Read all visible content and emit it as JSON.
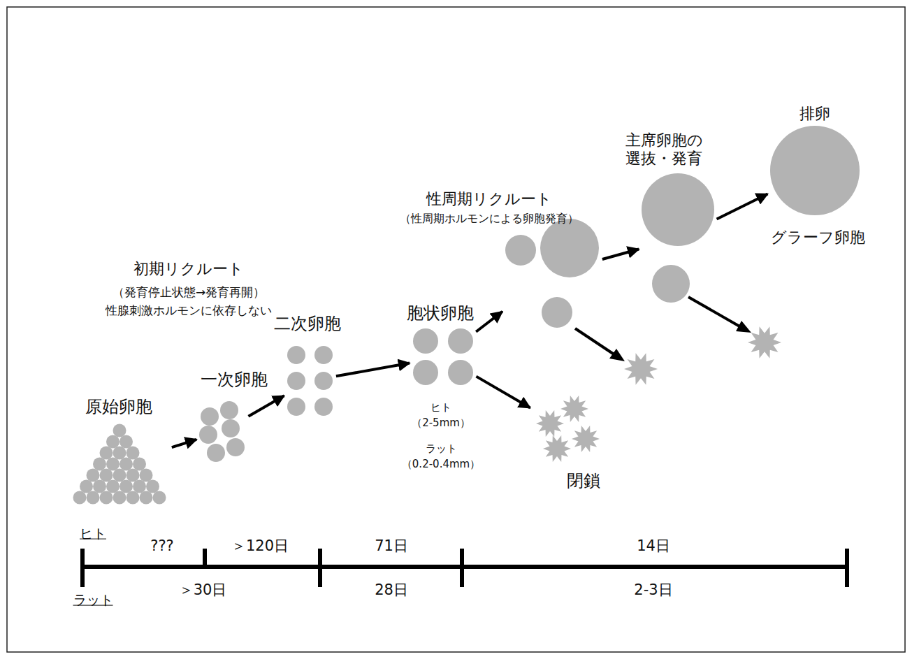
{
  "diagram": {
    "nodes": [
      {
        "text": [
          "原始卵胞"
        ]
      },
      {
        "text": [
          "一次卵胞"
        ]
      },
      {
        "text": [
          "二次卵胞"
        ]
      },
      {
        "text": [
          "胞状卵胞"
        ]
      },
      {
        "text": [
          "閉鎖"
        ]
      },
      {
        "text": [
          "性周期リクルート",
          "（性周期ホルモンによる卵胞発育）"
        ]
      },
      {
        "text": [
          "主席卵胞の 選抜・発育"
        ]
      },
      {
        "text": [
          "排卵",
          "グラーフ卵胞"
        ]
      }
    ],
    "edges": [
      {
        "from": 0,
        "to": 1,
        "arrow": "to"
      },
      {
        "from": 1,
        "to": 2,
        "arrow": "to"
      },
      {
        "from": 2,
        "to": 3,
        "arrow": "to"
      },
      {
        "from": 3,
        "to": 4,
        "arrow": "to"
      },
      {
        "from": 3,
        "to": 5,
        "arrow": "to"
      },
      {
        "from": 5,
        "to": 6,
        "arrow": "to"
      },
      {
        "from": 6,
        "to": 7,
        "arrow": "to"
      }
    ],
    "labels": [
      "初期リクルート",
      "（発育停止状態→発育再開）",
      "性腺刺激ホルモンに依存しない",
      "ヒト",
      "（2-5mm）",
      "ラット",
      "（0.2-0.4mm）",
      "ヒト",
      "???",
      "＞120日",
      "71日",
      "14日",
      "ラット",
      "＞30日",
      "28日",
      "2-3日"
    ]
  }
}
